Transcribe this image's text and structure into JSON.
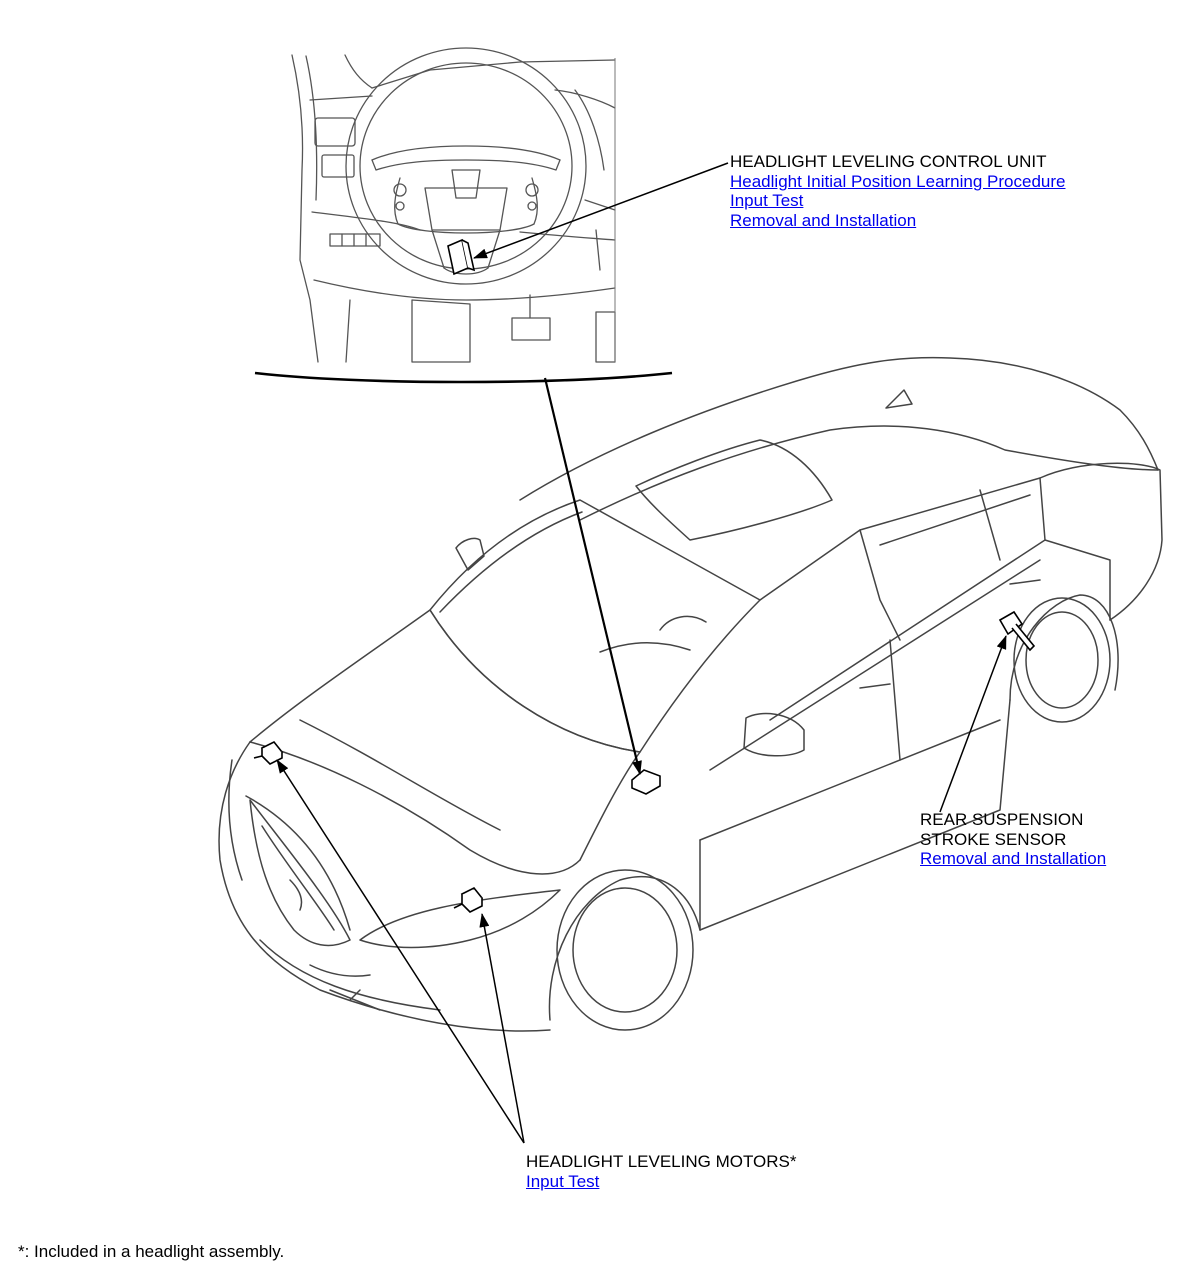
{
  "callouts": {
    "control_unit": {
      "title": "HEADLIGHT LEVELING CONTROL UNIT",
      "links": [
        "Headlight Initial Position Learning Procedure",
        "Input Test",
        "Removal and Installation"
      ]
    },
    "rear_sensor": {
      "title_line1": "REAR SUSPENSION",
      "title_line2": "STROKE SENSOR",
      "links": [
        "Removal and Installation"
      ]
    },
    "motors": {
      "title": "HEADLIGHT LEVELING MOTORS*",
      "links": [
        "Input Test"
      ]
    }
  },
  "footnote": "*: Included in a headlight assembly.",
  "colors": {
    "line": "#000000",
    "drawing": "#333333",
    "link": "#0000ee"
  }
}
